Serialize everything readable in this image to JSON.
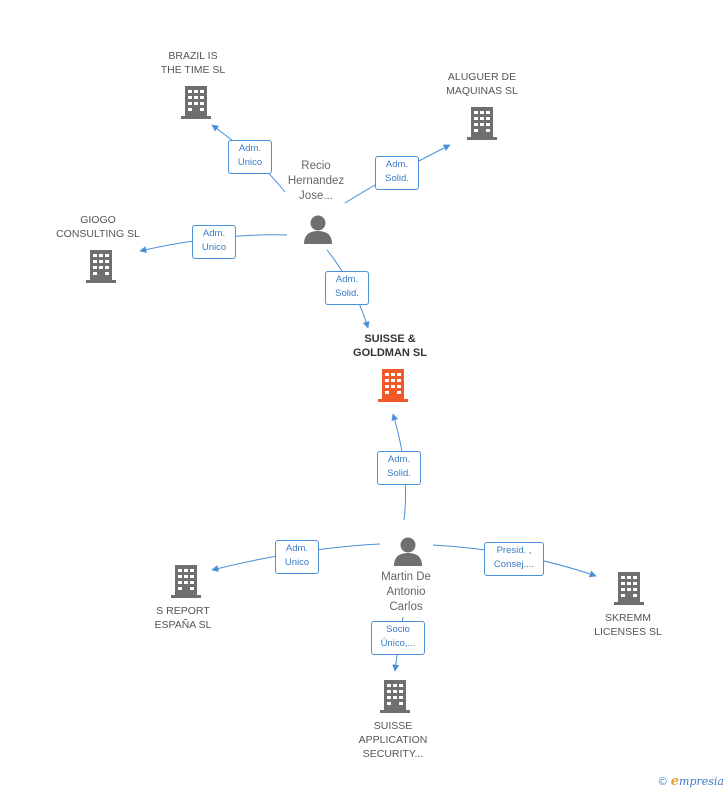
{
  "nodes": {
    "brazil": {
      "line1": "BRAZIL IS",
      "line2": "THE TIME SL",
      "icon": "building-icon"
    },
    "aluguer": {
      "line1": "ALUGUER DE",
      "line2": "MAQUINAS SL",
      "icon": "building-icon"
    },
    "giogo": {
      "line1": "GIOGO",
      "line2": "CONSULTING  SL",
      "icon": "building-icon"
    },
    "recio": {
      "line1": "Recio",
      "line2": "Hernandez",
      "line3": "Jose...",
      "icon": "person-icon"
    },
    "suisse_goldman": {
      "line1": "SUISSE &",
      "line2": "GOLDMAN SL",
      "icon": "building-icon",
      "color": "#f05a28"
    },
    "martin": {
      "line1": "Martin De",
      "line2": "Antonio",
      "line3": "Carlos",
      "icon": "person-icon"
    },
    "sreport": {
      "line1": "S REPORT",
      "line2": "ESPAÑA SL",
      "icon": "building-icon"
    },
    "skremm": {
      "line1": "SKREMM",
      "line2": "LICENSES  SL",
      "icon": "building-icon"
    },
    "suisse_app": {
      "line1": "SUISSE",
      "line2": "APPLICATION",
      "line3": "SECURITY...",
      "icon": "building-icon"
    }
  },
  "edges": {
    "recio_brazil": {
      "line1": "Adm.",
      "line2": "Unico"
    },
    "recio_aluguer": {
      "line1": "Adm.",
      "line2": "Solid."
    },
    "recio_giogo": {
      "line1": "Adm.",
      "line2": "Unico"
    },
    "recio_suisse": {
      "line1": "Adm.",
      "line2": "Solid."
    },
    "martin_suisse": {
      "line1": "Adm.",
      "line2": "Solid."
    },
    "martin_sreport": {
      "line1": "Adm.",
      "line2": "Unico"
    },
    "martin_skremm": {
      "line1": "Presid. ,",
      "line2": "Consej...."
    },
    "martin_suisseapp": {
      "line1": "Socio",
      "line2": "Único,..."
    }
  },
  "colors": {
    "edge": "#4a90d9",
    "node": "#6f6f6f",
    "highlight": "#f05a28"
  },
  "footer": {
    "copyright": "©",
    "brand_initial": "e",
    "brand_rest": "mpresia"
  }
}
